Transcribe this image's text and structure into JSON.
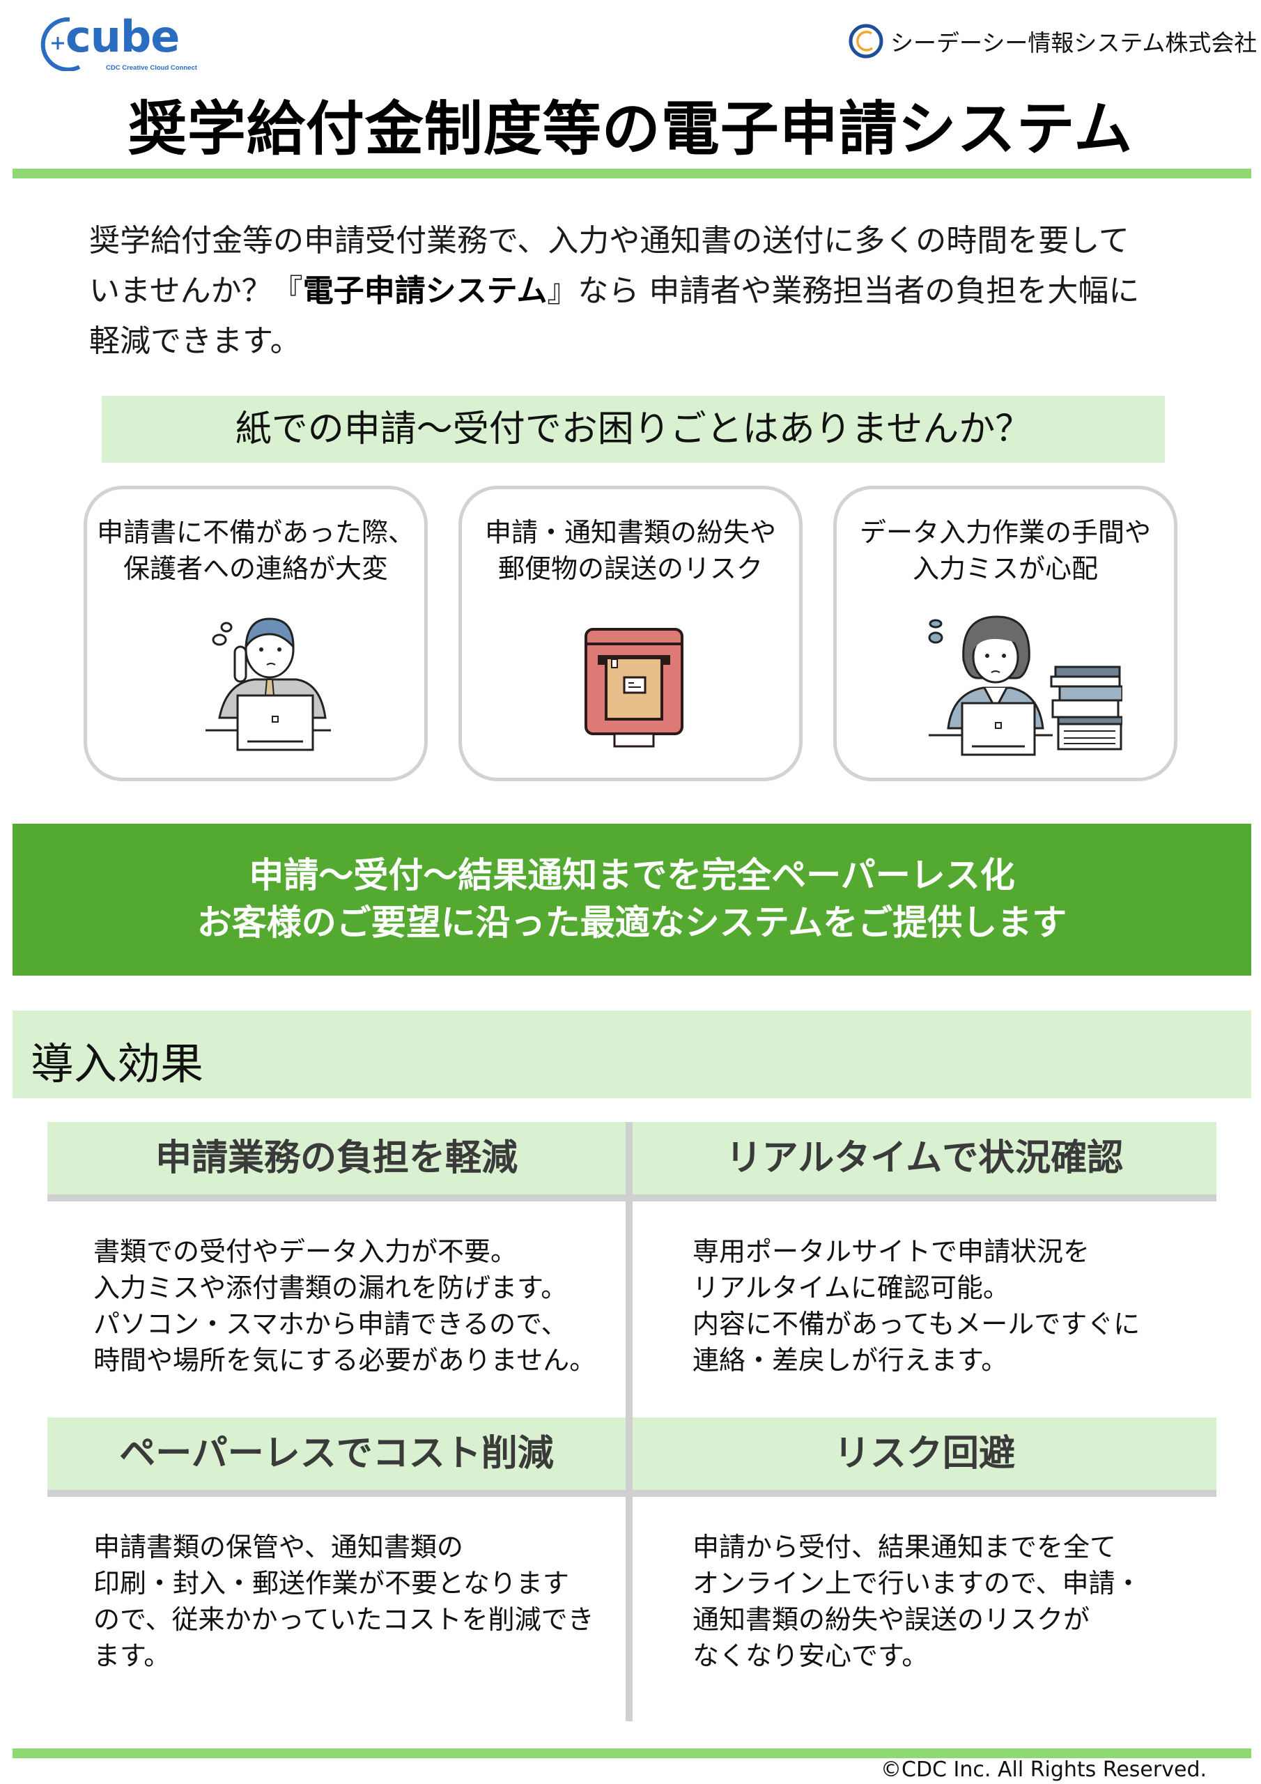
{
  "header": {
    "logo_word": "cube",
    "logo_tagline": "CDC Creative Cloud Connect",
    "company_name": "シーデーシー情報システム株式会社",
    "title": "奨学給付金制度等の電子申請システム"
  },
  "intro": {
    "line1": "奨学給付金等の申請受付業務で、入力や通知書の送付に多くの時間を要して",
    "line2_pre": "いませんか？『",
    "line2_bold": "電子申請システム",
    "line2_post": "』なら 申請者や業務担当者の負担を大幅に",
    "line3": "軽減できます。"
  },
  "problems": {
    "heading": "紙での申請～受付でお困りごとはありませんか？",
    "cards": [
      {
        "line1": "申請書に不備があった際、",
        "line2": "保護者への連絡が大変",
        "icon": "worried-man-phone-laptop-icon"
      },
      {
        "line1": "申請・通知書類の紛失や",
        "line2": "郵便物の誤送のリスク",
        "icon": "mailbox-icon"
      },
      {
        "line1": "データ入力作業の手間や",
        "line2": "入力ミスが心配",
        "icon": "worried-woman-laptop-documents-icon"
      }
    ]
  },
  "hero": {
    "line1": "申請～受付～結果通知までを完全ペーパーレス化",
    "line2": "お客様のご要望に沿った最適なシステムをご提供します"
  },
  "effects": {
    "heading": "導入効果",
    "items": [
      {
        "title": "申請業務の負担を軽減",
        "lines": [
          "書類での受付やデータ入力が不要。",
          "入力ミスや添付書類の漏れを防げます。",
          "パソコン・スマホから申請できるので、",
          "時間や場所を気にする必要がありません。"
        ]
      },
      {
        "title": "リアルタイムで状況確認",
        "lines": [
          "専用ポータルサイトで申請状況を",
          "リアルタイムに確認可能。",
          "内容に不備があってもメールですぐに",
          "連絡・差戻しが行えます。"
        ]
      },
      {
        "title": "ペーパーレスでコスト削減",
        "lines": [
          "申請書類の保管や、通知書類の",
          "印刷・封入・郵送作業が不要となります",
          "ので、従来かかっていたコストを削減でき",
          "ます。"
        ]
      },
      {
        "title": "リスク回避",
        "lines": [
          "申請から受付、結果通知までを全て",
          "オンライン上で行いますので、申請・",
          "通知書類の紛失や誤送のリスクが",
          "なくなり安心です。"
        ]
      }
    ]
  },
  "footer": {
    "copyright": "©CDC Inc. All Rights Reserved."
  },
  "colors": {
    "accent_green": "#54a930",
    "rule_green": "#8ed972",
    "light_green": "#d9f1d0",
    "divider_gray": "#d0d0d0",
    "logo_blue": "#2a6cc0"
  }
}
